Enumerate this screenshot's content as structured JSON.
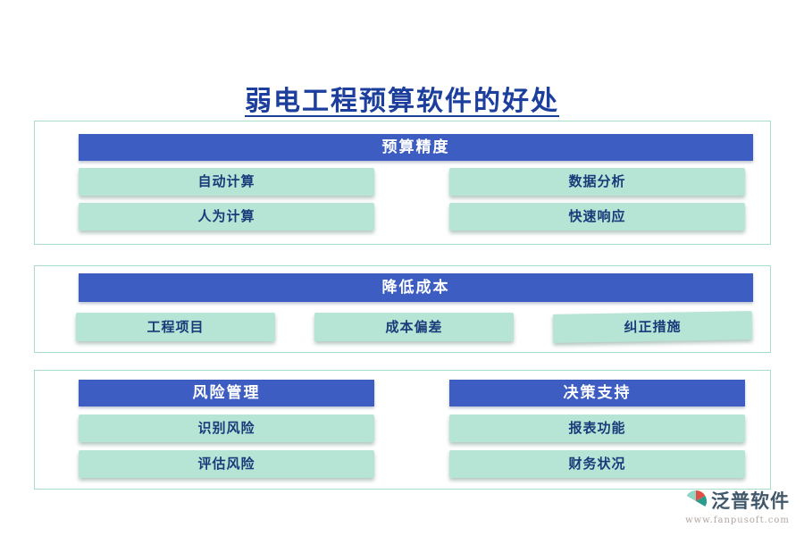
{
  "title": "弱电工程预算软件的好处",
  "sections": {
    "budget": {
      "header": "预算精度",
      "items": [
        "自动计算",
        "数据分析",
        "人为计算",
        "快速响应"
      ]
    },
    "cost": {
      "header": "降低成本",
      "items": [
        "工程项目",
        "成本偏差",
        "纠正措施"
      ]
    },
    "risk": {
      "header": "风险管理",
      "items": [
        "识别风险",
        "评估风险"
      ]
    },
    "decision": {
      "header": "决策支持",
      "items": [
        "报表功能",
        "财务状况"
      ]
    }
  },
  "footer": {
    "brand": "泛普软件",
    "url": "www.fanpusoft.com"
  },
  "colors": {
    "title_text": "#1c3e9c",
    "header_bg": "#3d5dc3",
    "header_text": "#ffffff",
    "item_bg": "#b6e4d5",
    "item_text": "#1a3a7a",
    "panel_border": "#a8ddc9",
    "logo_red": "#dd5145",
    "logo_teal": "#2a9d8f"
  }
}
